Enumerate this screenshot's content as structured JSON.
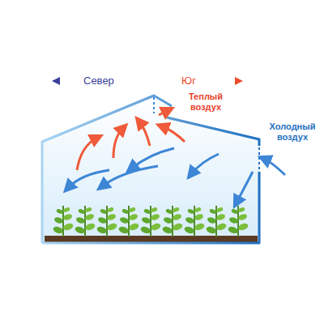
{
  "diagram": {
    "labels": [
      "Север",
      "Юг",
      "Теплый воздух",
      "Холодный воздух"
    ]
  }
}
